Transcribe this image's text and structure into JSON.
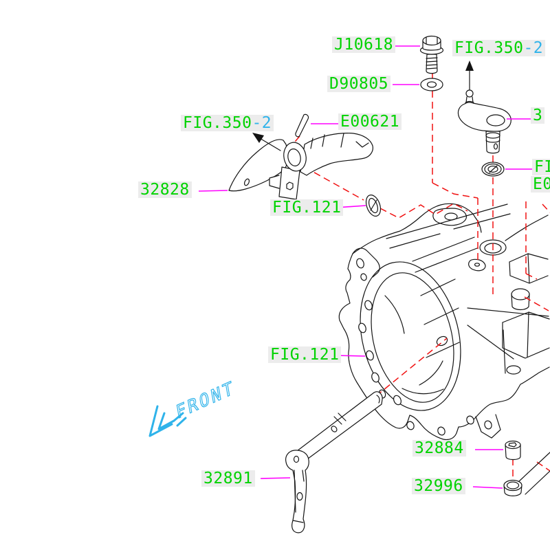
{
  "diagram": {
    "type": "exploded-parts-diagram",
    "colors": {
      "green": "#00d300",
      "cyan": "#2fb3ea",
      "magenta": "#ff00ff",
      "red": "#f01010",
      "line": "#141414",
      "labelbg": "#ececec",
      "bg": "#ffffff"
    },
    "labels": {
      "j10618": {
        "text": "J10618"
      },
      "d90805": {
        "text": "D90805"
      },
      "fig350_top": {
        "text": "FIG.350",
        "suffix": "-2"
      },
      "e00621": {
        "text": "E00621"
      },
      "fig350_left": {
        "text": "FIG.350",
        "suffix": "-2"
      },
      "p32828": {
        "text": "32828"
      },
      "fig121_upper": {
        "text": "FIG.121"
      },
      "p3_partial": {
        "text": "3"
      },
      "fi_partial": {
        "text": "FI"
      },
      "e0_partial": {
        "text": "E0"
      },
      "fig121_lower": {
        "text": "FIG.121"
      },
      "front": {
        "text": "FRONT"
      },
      "p32884": {
        "text": "32884"
      },
      "p32891": {
        "text": "32891"
      },
      "p32996": {
        "text": "32996"
      }
    }
  }
}
